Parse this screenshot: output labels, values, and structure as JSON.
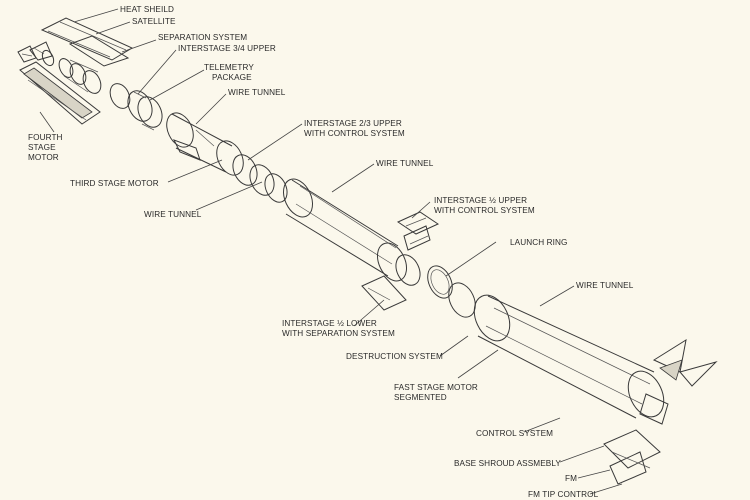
{
  "labels": {
    "heat_shield": "HEAT SHEILD",
    "satellite": "SATELLITE",
    "separation_system": "SEPARATION SYSTEM",
    "interstage_34_upper": "INTERSTAGE 3/4 UPPER",
    "telemetry_line1": "TELEMETRY",
    "telemetry_line2": "PACKAGE",
    "wire_tunnel_top": "WIRE TUNNEL",
    "fourth_stage_line1": "FOURTH",
    "fourth_stage_line2": "STAGE",
    "fourth_stage_line3": "MOTOR",
    "interstage_23_line1": "INTERSTAGE 2/3 UPPER",
    "interstage_23_line2": "WITH CONTROL SYSTEM",
    "third_stage_motor": "THIRD STAGE MOTOR",
    "wire_tunnel_mid": "WIRE TUNNEL",
    "wire_tunnel_left": "WIRE TUNNEL",
    "interstage_half_upper_line1": "INTERSTAGE ½ UPPER",
    "interstage_half_upper_line2": "WITH CONTROL SYSTEM",
    "launch_ring": "LAUNCH RING",
    "wire_tunnel_right": "WIRE TUNNEL",
    "interstage_half_lower_line1": "INTERSTAGE ½ LOWER",
    "interstage_half_lower_line2": "WITH SEPARATION SYSTEM",
    "destruction_system": "DESTRUCTION SYSTEM",
    "fast_stage_line1": "FAST STAGE MOTOR",
    "fast_stage_line2": "SEGMENTED",
    "control_system": "CONTROL SYSTEM",
    "base_shroud": "BASE SHROUD ASSMEBLY",
    "fm": "FM",
    "fm_tip_control": "FM TIP CONTROL"
  }
}
